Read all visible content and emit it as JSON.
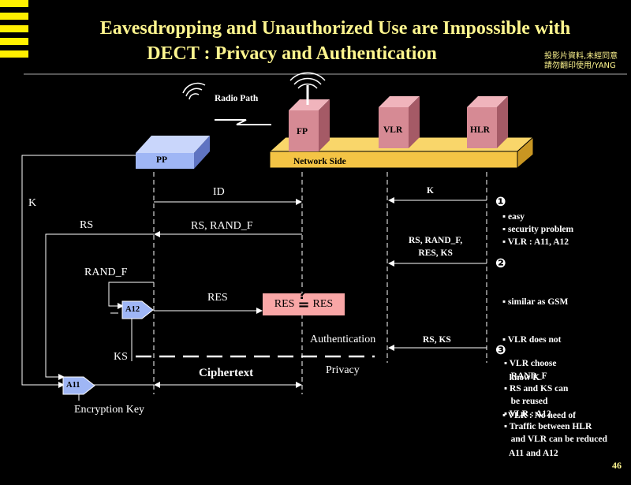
{
  "title": {
    "line1": "Eavesdropping and Unauthorized Use are Impossible with",
    "line2": "DECT : Privacy and Authentication"
  },
  "copyright_note": {
    "line1": "投影片資料,未經同意",
    "line2": "請勿翻印使用/YANG"
  },
  "diagram": {
    "radio_path": "Radio Path",
    "fp": "FP",
    "vlr": "VLR",
    "hlr": "HLR",
    "pp": "PP",
    "network_side": "Network Side",
    "k_left": "K",
    "id": "ID",
    "k_right": "K",
    "rs": "RS",
    "rs_rand_f": "RS, RAND_F",
    "rs_rand_f_res_ks_1": "RS, RAND_F,",
    "rs_rand_f_res_ks_2": "RES, KS",
    "rand_f": "RAND_F",
    "a12": "A12",
    "res": "RES",
    "res_left": "RES",
    "res_right": "RES",
    "question": "?",
    "authentication": "Authentication",
    "rs_ks": "RS, KS",
    "ks": "KS",
    "a11": "A11",
    "ciphertext": "Ciphertext",
    "privacy": "Privacy",
    "encryption_key": "Encryption Key"
  },
  "notes": [
    {
      "marker": "❶",
      "items": [
        "▪ easy",
        "▪ security problem",
        "▪ VLR : A11, A12"
      ]
    },
    {
      "marker": "❷",
      "items": [
        "▪ similar as GSM",
        "▪ VLR does not",
        "   know K",
        "▪ VLR : No need of",
        "   A11 and A12"
      ]
    },
    {
      "marker": "❸",
      "items": [
        "▪ VLR choose",
        "   RAND_F",
        "▪ RS and KS can",
        "   be reused",
        "▪ VLR : A12",
        "▪ Traffic between HLR",
        "   and VLR can be reduced"
      ]
    }
  ],
  "page_number": "46",
  "colors": {
    "title": "#fff68f",
    "tower": "#d68a94",
    "network_bar": "#f4c445",
    "pp_box": "#9fb6f5",
    "res_box": "#f9a6a6"
  }
}
